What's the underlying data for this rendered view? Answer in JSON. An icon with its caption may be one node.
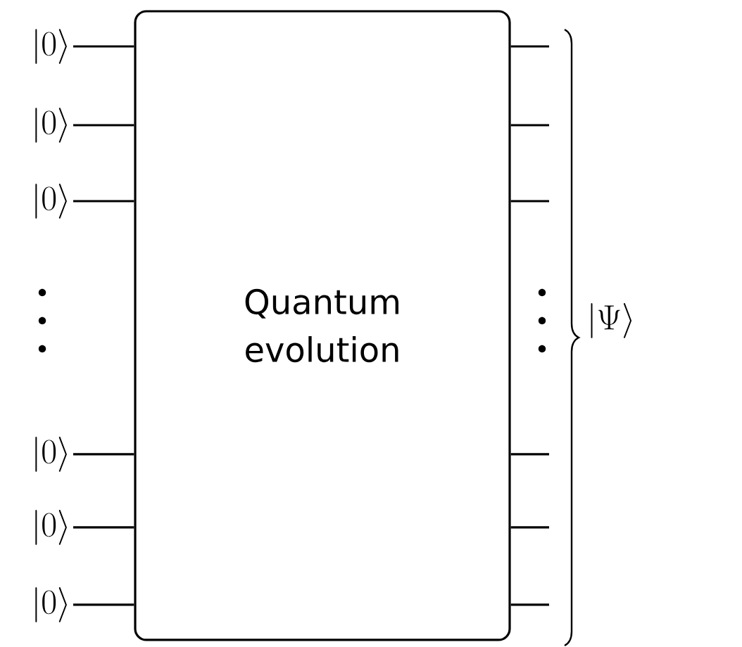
{
  "diagram": {
    "nodes": [
      {
        "text": [
          "Quantum evolution"
        ]
      },
      {
        "text": [
          "|0\\rangle"
        ]
      },
      {
        "text": [
          "|0\\rangle"
        ]
      },
      {
        "text": [
          "|0\\rangle"
        ]
      },
      {
        "text": [
          "|0\\rangle"
        ]
      },
      {
        "text": [
          "|0\\rangle"
        ]
      },
      {
        "text": [
          "|0\\rangle"
        ]
      }
    ],
    "edges": [
      {
        "from": 1,
        "to": 0,
        "arrow": "none"
      },
      {
        "from": 2,
        "to": 0,
        "arrow": "none"
      },
      {
        "from": 3,
        "to": 0,
        "arrow": "none"
      },
      {
        "from": 4,
        "to": 0,
        "arrow": "none"
      },
      {
        "from": 5,
        "to": 0,
        "arrow": "none"
      },
      {
        "from": 6,
        "to": 0,
        "arrow": "none"
      },
      {
        "from": 0,
        "to": null,
        "arrow": "none"
      },
      {
        "from": 0,
        "to": null,
        "arrow": "none"
      },
      {
        "from": 0,
        "to": null,
        "arrow": "none"
      },
      {
        "from": 0,
        "to": null,
        "arrow": "none"
      },
      {
        "from": 0,
        "to": null,
        "arrow": "none"
      },
      {
        "from": 0,
        "to": null,
        "arrow": "none"
      }
    ],
    "labels": [
      "\\left|\\Psi\\right\\rangle"
    ]
  }
}
